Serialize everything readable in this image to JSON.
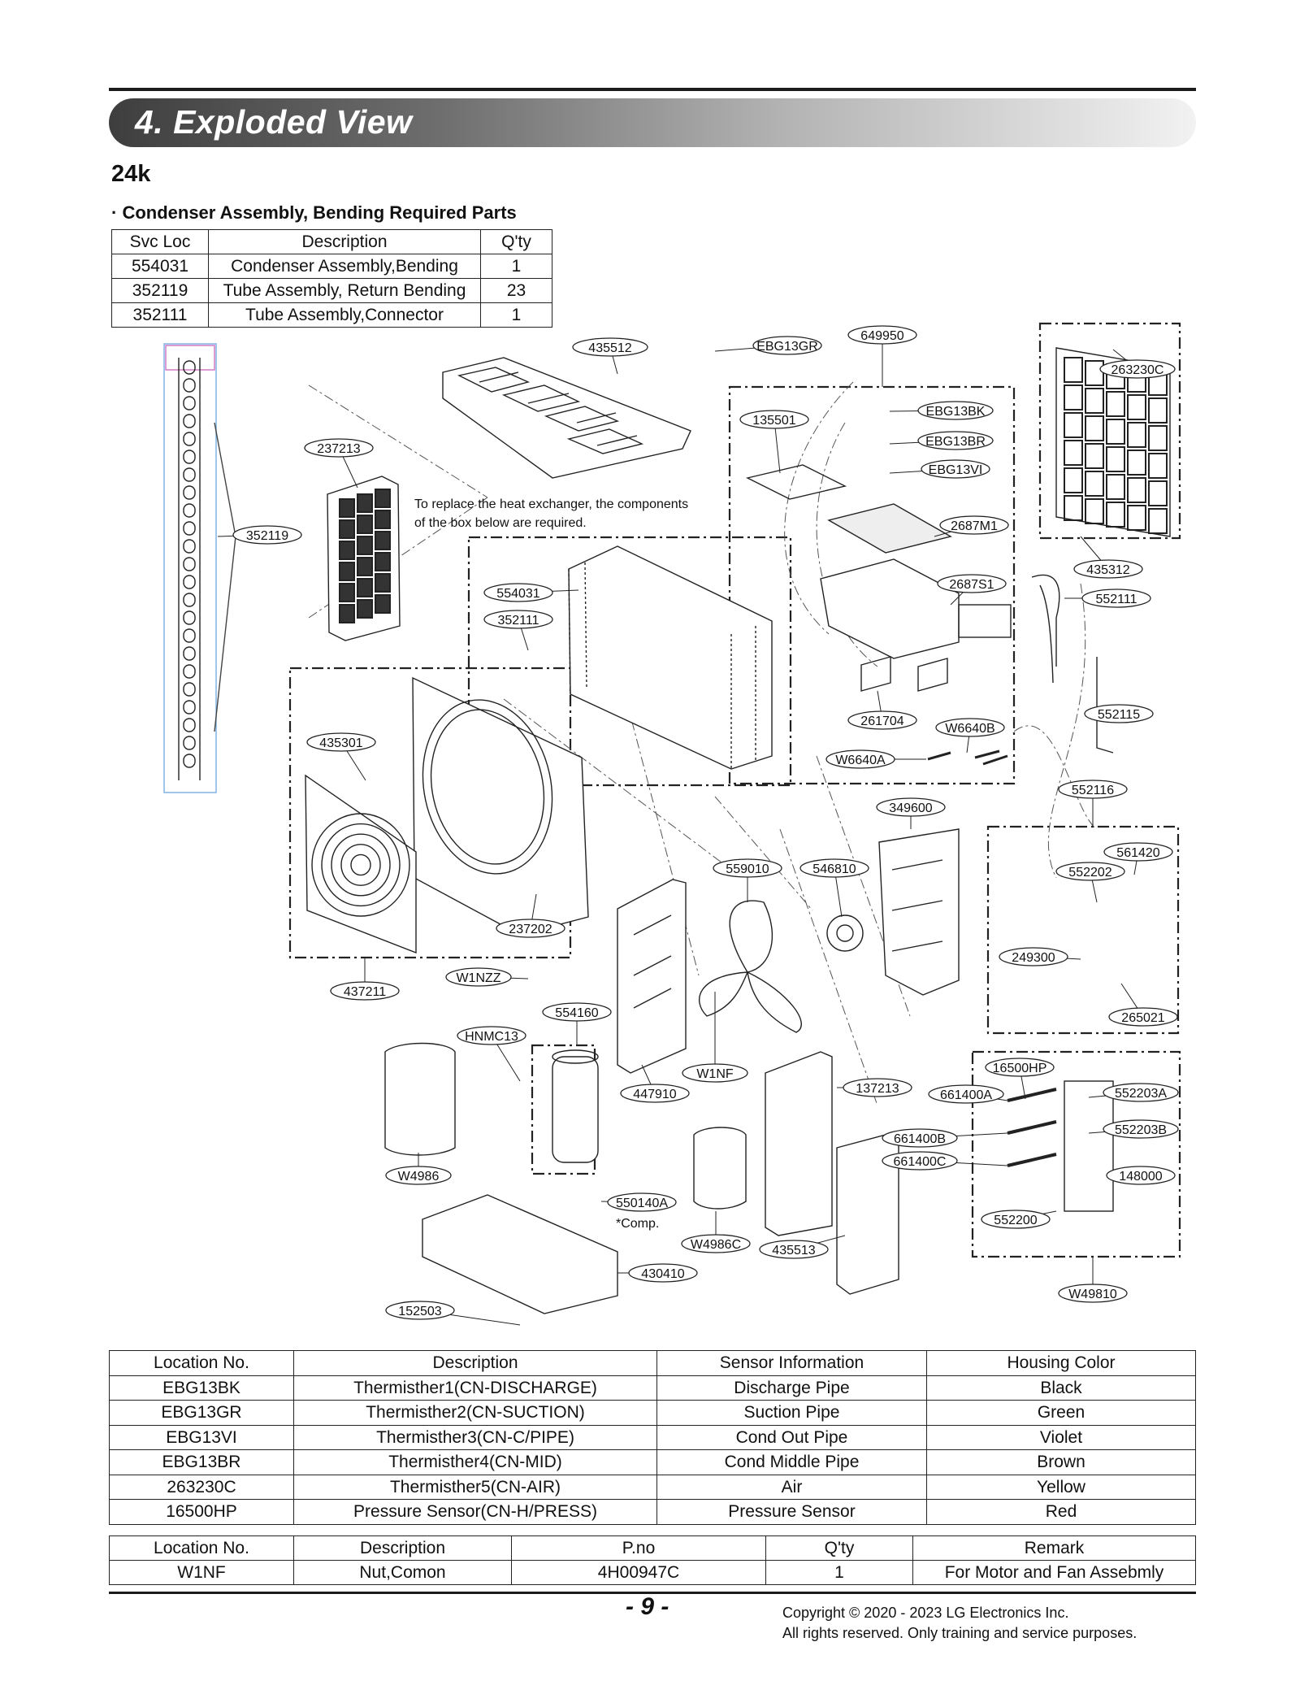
{
  "header": {
    "title": "4. Exploded View",
    "model": "24k"
  },
  "condenser_table": {
    "title": "· Condenser Assembly, Bending Required Parts",
    "headers": [
      "Svc Loc",
      "Description",
      "Q'ty"
    ],
    "rows": [
      [
        "554031",
        "Condenser Assembly,Bending",
        "1"
      ],
      [
        "352119",
        "Tube Assembly, Return Bending",
        "23"
      ],
      [
        "352111",
        "Tube Assembly,Connector",
        "1"
      ]
    ]
  },
  "diagram": {
    "note_line1": "To replace the heat exchanger, the components",
    "note_line2": "of the box below are required.",
    "comp_note": "*Comp.",
    "callouts": {
      "c435512": "435512",
      "cEBG13GR": "EBG13GR",
      "c649950": "649950",
      "c263230C": "263230C",
      "c135501": "135501",
      "cEBG13BK": "EBG13BK",
      "cEBG13BR": "EBG13BR",
      "cEBG13VI": "EBG13VI",
      "c237213": "237213",
      "c352119": "352119",
      "c2687M1": "2687M1",
      "c435312": "435312",
      "c554031": "554031",
      "c2687S1": "2687S1",
      "c552111": "552111",
      "c352111": "352111",
      "c261704": "261704",
      "cW6640B": "W6640B",
      "c552115": "552115",
      "cW6640A": "W6640A",
      "c435301": "435301",
      "c552116": "552116",
      "c349600": "349600",
      "c561420": "561420",
      "c559010": "559010",
      "c546810": "546810",
      "c552202": "552202",
      "c237202": "237202",
      "c249300": "249300",
      "c265021": "265021",
      "c437211": "437211",
      "cW1NZZ": "W1NZZ",
      "c554160": "554160",
      "cHNMC13": "HNMC13",
      "cW1NF": "W1NF",
      "c16500HP": "16500HP",
      "c447910": "447910",
      "c137213": "137213",
      "c661400A": "661400A",
      "c552203A": "552203A",
      "c552203B": "552203B",
      "c661400B": "661400B",
      "c661400C": "661400C",
      "c148000": "148000",
      "cW4986": "W4986",
      "c550140A": "550140A",
      "c552200": "552200",
      "cW4986C": "W4986C",
      "c435513": "435513",
      "c430410": "430410",
      "cW49810": "W49810",
      "c152503": "152503"
    }
  },
  "sensor_table": {
    "headers": [
      "Location No.",
      "Description",
      "Sensor Information",
      "Housing Color"
    ],
    "rows": [
      [
        "EBG13BK",
        "Thermisther1(CN-DISCHARGE)",
        "Discharge Pipe",
        "Black"
      ],
      [
        "EBG13GR",
        "Thermisther2(CN-SUCTION)",
        "Suction Pipe",
        "Green"
      ],
      [
        "EBG13VI",
        "Thermisther3(CN-C/PIPE)",
        "Cond Out Pipe",
        "Violet"
      ],
      [
        "EBG13BR",
        "Thermisther4(CN-MID)",
        "Cond Middle Pipe",
        "Brown"
      ],
      [
        "263230C",
        "Thermisther5(CN-AIR)",
        "Air",
        "Yellow"
      ],
      [
        "16500HP",
        "Pressure Sensor(CN-H/PRESS)",
        "Pressure Sensor",
        "Red"
      ]
    ]
  },
  "nut_table": {
    "headers": [
      "Location No.",
      "Description",
      "P.no",
      "Q'ty",
      "Remark"
    ],
    "rows": [
      [
        "W1NF",
        "Nut,Comon",
        "4H00947C",
        "1",
        "For Motor and Fan Assebmly"
      ]
    ]
  },
  "footer": {
    "page": "- 9 -",
    "copyright_line1": "Copyright © 2020 - 2023 LG Electronics Inc.",
    "copyright_line2": "All rights reserved. Only training and service purposes."
  }
}
